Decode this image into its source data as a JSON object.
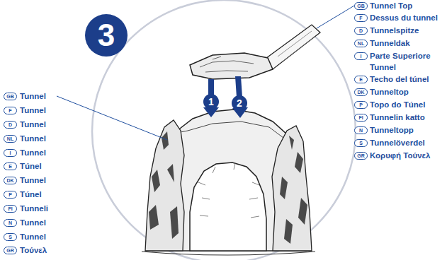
{
  "diagram": {
    "nodes": [
      {
        "text": [
          "3"
        ]
      },
      {
        "text": [
          "1"
        ]
      },
      {
        "text": [
          "2"
        ]
      },
      {
        "text": [
          "GB"
        ]
      },
      {
        "text": [
          "F"
        ]
      },
      {
        "text": [
          "D"
        ]
      },
      {
        "text": [
          "NL"
        ]
      },
      {
        "text": [
          "I"
        ]
      },
      {
        "text": [
          "E"
        ]
      },
      {
        "text": [
          "DK"
        ]
      },
      {
        "text": [
          "P"
        ]
      },
      {
        "text": [
          "FI"
        ]
      },
      {
        "text": [
          "N"
        ]
      },
      {
        "text": [
          "S"
        ]
      },
      {
        "text": [
          "GR"
        ]
      },
      {
        "text": [
          "GB"
        ]
      },
      {
        "text": [
          "F"
        ]
      },
      {
        "text": [
          "D"
        ]
      },
      {
        "text": [
          "NL"
        ]
      },
      {
        "text": [
          "I"
        ]
      },
      {
        "text": [
          "E"
        ]
      },
      {
        "text": [
          "DK"
        ]
      },
      {
        "text": [
          "P"
        ]
      },
      {
        "text": [
          "FI"
        ]
      },
      {
        "text": [
          "N"
        ]
      },
      {
        "text": [
          "S"
        ]
      },
      {
        "text": [
          "GR"
        ]
      }
    ],
    "labels": [
      "Tunnel",
      "Tunnel",
      "Tunnel",
      "Tunnel",
      "Tunnel",
      "Túnel",
      "Tunnel",
      "Túnel",
      "Tunneli",
      "Tunnel",
      "Tunnel",
      "Τούνελ",
      "Tunnel Top",
      "Dessus du tunnel",
      "Tunnelspitze",
      "Tunneldak",
      "Parte Superiore Tunnel",
      "Techo del túnel",
      "Tunneltop",
      "Topo do Túnel",
      "Tunnelin katto",
      "Tunneltopp",
      "Tunnelöverdel",
      "Κορυφή Τούνελ"
    ]
  }
}
